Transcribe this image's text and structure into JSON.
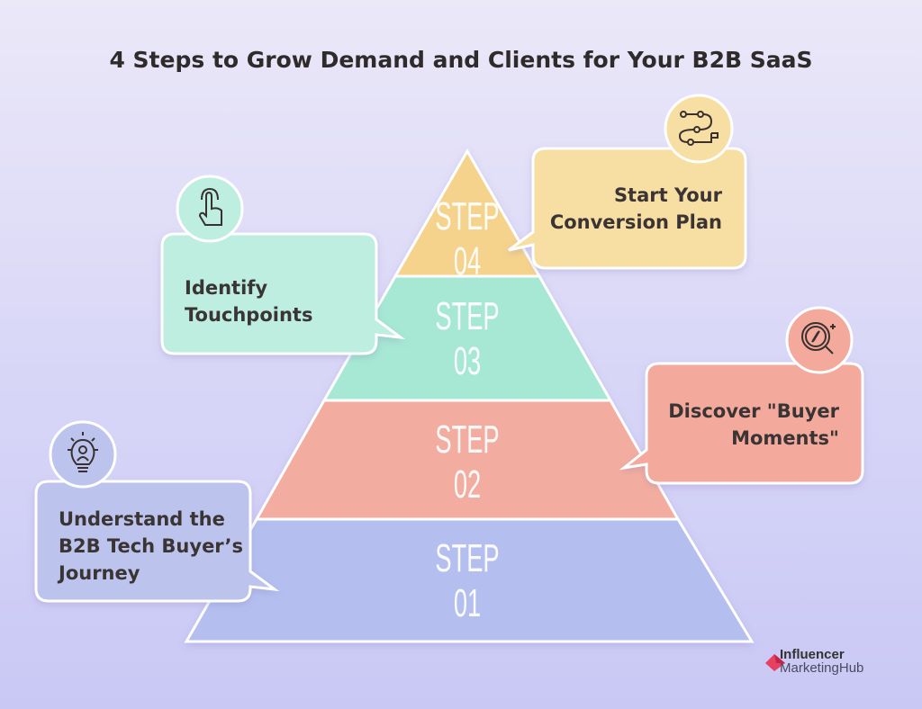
{
  "title": "4 Steps to Grow Demand and Clients for Your B2B SaaS",
  "steps": [
    {
      "label": "STEP",
      "number": "01",
      "text_line1": "Understand the",
      "text_line2": "B2B Tech Buyer’s",
      "text_line3": "Journey",
      "icon": "lightbulb-icon",
      "color": "#b4bff0"
    },
    {
      "label": "STEP",
      "number": "02",
      "text_line1": "Discover \"Buyer",
      "text_line2": "Moments\"",
      "icon": "compass-search-icon",
      "color": "#f3ada0"
    },
    {
      "label": "STEP",
      "number": "03",
      "text_line1": "Identify",
      "text_line2": "Touchpoints",
      "icon": "touch-hand-icon",
      "color": "#a6e8d4"
    },
    {
      "label": "STEP",
      "number": "04",
      "text_line1": "Start Your",
      "text_line2": "Conversion Plan",
      "icon": "route-flag-icon",
      "color": "#f6d38c"
    }
  ],
  "logo": {
    "line1": "Influencer",
    "line2": "MarketingHub"
  }
}
